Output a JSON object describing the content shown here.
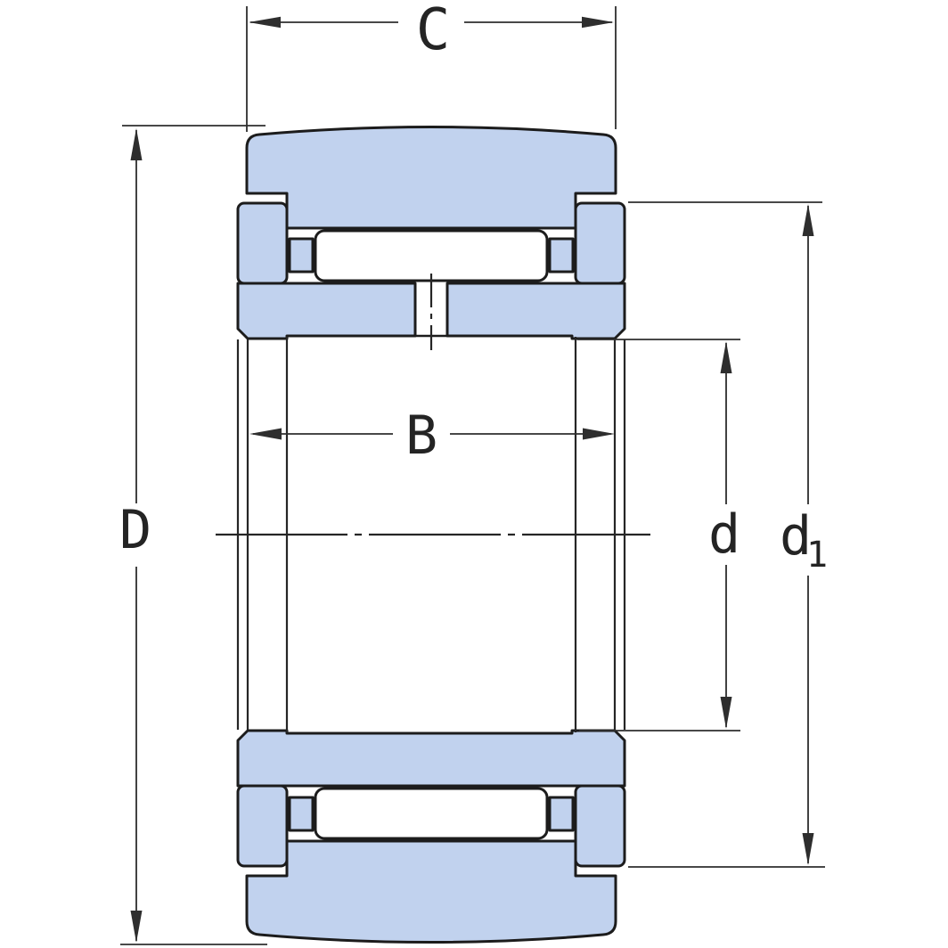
{
  "diagram": {
    "title": "bearing-cross-section",
    "dimensions": {
      "outer_ring_width": {
        "label": "C"
      },
      "outer_diameter": {
        "label": "D"
      },
      "inner_ring_width": {
        "label": "B"
      },
      "bore_diameter": {
        "label": "d"
      },
      "flange_diameter": {
        "base": "d",
        "sub": "1"
      }
    },
    "colors": {
      "section_fill": "#c1d2ee",
      "roller_fill": "#ffffff",
      "outline": "#1c1c1c",
      "dimension_lines": "#2e2e2e",
      "background": "#ffffff"
    }
  }
}
